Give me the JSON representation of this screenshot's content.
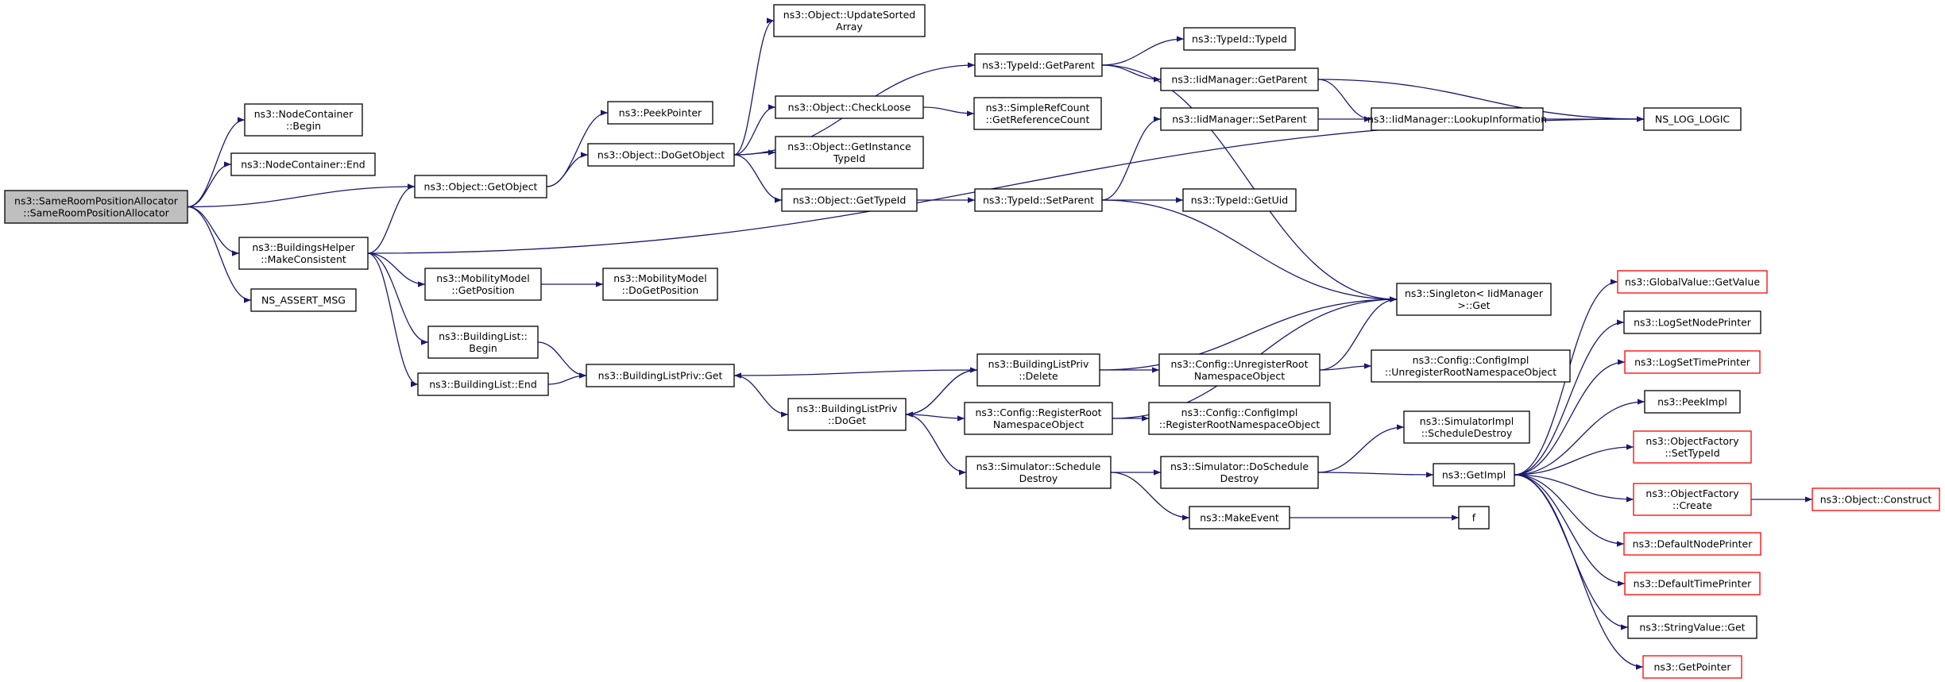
{
  "graph": {
    "colors": {
      "edge": "#191970",
      "root_fill": "#bfbfbf",
      "node_fill": "#ffffff",
      "normal_border": "#000000",
      "truncated_border": "#ff0000",
      "text": "#000000"
    },
    "nodes": [
      {
        "id": "root",
        "lines": [
          "ns3::SameRoomPositionAllocator",
          "::SameRoomPositionAllocator"
        ],
        "root": true
      },
      {
        "id": "nc_begin",
        "lines": [
          "ns3::NodeContainer",
          "::Begin"
        ]
      },
      {
        "id": "nc_end",
        "lines": [
          "ns3::NodeContainer::End"
        ]
      },
      {
        "id": "bh_mc",
        "lines": [
          "ns3::BuildingsHelper",
          "::MakeConsistent"
        ]
      },
      {
        "id": "ns_assert",
        "lines": [
          "NS_ASSERT_MSG"
        ]
      },
      {
        "id": "obj_getobject",
        "lines": [
          "ns3::Object::GetObject"
        ]
      },
      {
        "id": "mm_getpos",
        "lines": [
          "ns3::MobilityModel",
          "::GetPosition"
        ]
      },
      {
        "id": "bl_begin",
        "lines": [
          "ns3::BuildingList::",
          "Begin"
        ]
      },
      {
        "id": "bl_end",
        "lines": [
          "ns3::BuildingList::End"
        ]
      },
      {
        "id": "peekpointer",
        "lines": [
          "ns3::PeekPointer"
        ]
      },
      {
        "id": "obj_dogetobject",
        "lines": [
          "ns3::Object::DoGetObject"
        ]
      },
      {
        "id": "mm_dogetpos",
        "lines": [
          "ns3::MobilityModel",
          "::DoGetPosition"
        ]
      },
      {
        "id": "blp_get",
        "lines": [
          "ns3::BuildingListPriv::Get"
        ]
      },
      {
        "id": "obj_updatesorted",
        "lines": [
          "ns3::Object::UpdateSorted",
          "Array"
        ]
      },
      {
        "id": "obj_checkloose",
        "lines": [
          "ns3::Object::CheckLoose"
        ]
      },
      {
        "id": "obj_getinstancetypeid",
        "lines": [
          "ns3::Object::GetInstance",
          "TypeId"
        ]
      },
      {
        "id": "obj_gettypeid",
        "lines": [
          "ns3::Object::GetTypeId"
        ]
      },
      {
        "id": "blp_doget",
        "lines": [
          "ns3::BuildingListPriv",
          "::DoGet"
        ]
      },
      {
        "id": "tid_getparent",
        "lines": [
          "ns3::TypeId::GetParent"
        ]
      },
      {
        "id": "src_getrefcount",
        "lines": [
          "ns3::SimpleRefCount",
          "::GetReferenceCount"
        ]
      },
      {
        "id": "tid_setparent",
        "lines": [
          "ns3::TypeId::SetParent"
        ]
      },
      {
        "id": "blp_delete",
        "lines": [
          "ns3::BuildingListPriv",
          "::Delete"
        ]
      },
      {
        "id": "cfg_regroot",
        "lines": [
          "ns3::Config::RegisterRoot",
          "NamespaceObject"
        ]
      },
      {
        "id": "sim_schedestroy",
        "lines": [
          "ns3::Simulator::Schedule",
          "Destroy"
        ]
      },
      {
        "id": "tid_typeid",
        "lines": [
          "ns3::TypeId::TypeId"
        ]
      },
      {
        "id": "iid_getparent",
        "lines": [
          "ns3::IidManager::GetParent"
        ]
      },
      {
        "id": "iid_setparent",
        "lines": [
          "ns3::IidManager::SetParent"
        ]
      },
      {
        "id": "tid_getuid",
        "lines": [
          "ns3::TypeId::GetUid"
        ]
      },
      {
        "id": "cfg_unregroot",
        "lines": [
          "ns3::Config::UnregisterRoot",
          "NamespaceObject"
        ]
      },
      {
        "id": "cfgimpl_regroot",
        "lines": [
          "ns3::Config::ConfigImpl",
          "::RegisterRootNamespaceObject"
        ]
      },
      {
        "id": "sim_doschedestroy",
        "lines": [
          "ns3::Simulator::DoSchedule",
          "Destroy"
        ]
      },
      {
        "id": "makeevent",
        "lines": [
          "ns3::MakeEvent"
        ]
      },
      {
        "id": "iid_lookup",
        "lines": [
          "ns3::IidManager::LookupInformation"
        ]
      },
      {
        "id": "singleton_get",
        "lines": [
          "ns3::Singleton< IidManager",
          " >::Get"
        ]
      },
      {
        "id": "cfgimpl_unregroot",
        "lines": [
          "ns3::Config::ConfigImpl",
          "::UnregisterRootNamespaceObject"
        ]
      },
      {
        "id": "simimpl_schedestroy",
        "lines": [
          "ns3::SimulatorImpl",
          "::ScheduleDestroy"
        ]
      },
      {
        "id": "getimpl",
        "lines": [
          "ns3::GetImpl"
        ]
      },
      {
        "id": "f",
        "lines": [
          "f"
        ]
      },
      {
        "id": "ns_log_logic",
        "lines": [
          "NS_LOG_LOGIC"
        ]
      },
      {
        "id": "gv_getvalue",
        "lines": [
          "ns3::GlobalValue::GetValue"
        ],
        "truncated": true
      },
      {
        "id": "logsetnodeprinter",
        "lines": [
          "ns3::LogSetNodePrinter"
        ]
      },
      {
        "id": "logsettimeprinter",
        "lines": [
          "ns3::LogSetTimePrinter"
        ],
        "truncated": true
      },
      {
        "id": "peekimpl",
        "lines": [
          "ns3::PeekImpl"
        ]
      },
      {
        "id": "of_settypeid",
        "lines": [
          "ns3::ObjectFactory",
          "::SetTypeId"
        ],
        "truncated": true
      },
      {
        "id": "of_create",
        "lines": [
          "ns3::ObjectFactory",
          "::Create"
        ],
        "truncated": true
      },
      {
        "id": "defaultnodeprinter",
        "lines": [
          "ns3::DefaultNodePrinter"
        ],
        "truncated": true
      },
      {
        "id": "defaulttimeprinter",
        "lines": [
          "ns3::DefaultTimePrinter"
        ],
        "truncated": true
      },
      {
        "id": "stringvalue_get",
        "lines": [
          "ns3::StringValue::Get"
        ]
      },
      {
        "id": "getpointer",
        "lines": [
          "ns3::GetPointer"
        ],
        "truncated": true
      },
      {
        "id": "obj_construct",
        "lines": [
          "ns3::Object::Construct"
        ],
        "truncated": true
      }
    ],
    "edges": [
      [
        "root",
        "nc_begin"
      ],
      [
        "root",
        "nc_end"
      ],
      [
        "root",
        "obj_getobject"
      ],
      [
        "root",
        "bh_mc"
      ],
      [
        "root",
        "ns_assert"
      ],
      [
        "obj_getobject",
        "peekpointer"
      ],
      [
        "obj_getobject",
        "obj_dogetobject"
      ],
      [
        "obj_dogetobject",
        "obj_updatesorted"
      ],
      [
        "obj_dogetobject",
        "tid_getparent"
      ],
      [
        "obj_dogetobject",
        "obj_checkloose"
      ],
      [
        "obj_dogetobject",
        "obj_getinstancetypeid"
      ],
      [
        "obj_dogetobject",
        "obj_gettypeid"
      ],
      [
        "bh_mc",
        "obj_getobject"
      ],
      [
        "bh_mc",
        "ns_log_logic"
      ],
      [
        "bh_mc",
        "mm_getpos"
      ],
      [
        "bh_mc",
        "bl_begin"
      ],
      [
        "bh_mc",
        "bl_end"
      ],
      [
        "mm_getpos",
        "mm_dogetpos"
      ],
      [
        "bl_begin",
        "blp_get"
      ],
      [
        "bl_end",
        "blp_get"
      ],
      [
        "blp_get",
        "blp_doget"
      ],
      [
        "blp_doget",
        "blp_delete"
      ],
      [
        "blp_doget",
        "cfg_regroot"
      ],
      [
        "blp_doget",
        "sim_schedestroy"
      ],
      [
        "blp_delete",
        "blp_get"
      ],
      [
        "blp_delete",
        "blp_doget"
      ],
      [
        "blp_delete",
        "singleton_get"
      ],
      [
        "blp_delete",
        "cfg_unregroot"
      ],
      [
        "obj_checkloose",
        "src_getrefcount"
      ],
      [
        "obj_gettypeid",
        "tid_setparent"
      ],
      [
        "tid_getparent",
        "tid_typeid"
      ],
      [
        "tid_getparent",
        "iid_getparent"
      ],
      [
        "tid_getparent",
        "singleton_get"
      ],
      [
        "iid_getparent",
        "iid_lookup"
      ],
      [
        "iid_getparent",
        "ns_log_logic"
      ],
      [
        "tid_setparent",
        "iid_setparent"
      ],
      [
        "tid_setparent",
        "tid_getuid"
      ],
      [
        "tid_setparent",
        "singleton_get"
      ],
      [
        "iid_setparent",
        "iid_lookup"
      ],
      [
        "iid_lookup",
        "ns_log_logic"
      ],
      [
        "cfg_unregroot",
        "singleton_get"
      ],
      [
        "cfg_unregroot",
        "cfgimpl_unregroot"
      ],
      [
        "cfg_regroot",
        "singleton_get"
      ],
      [
        "cfg_regroot",
        "cfgimpl_regroot"
      ],
      [
        "sim_schedestroy",
        "sim_doschedestroy"
      ],
      [
        "sim_schedestroy",
        "makeevent"
      ],
      [
        "sim_doschedestroy",
        "simimpl_schedestroy"
      ],
      [
        "sim_doschedestroy",
        "getimpl"
      ],
      [
        "makeevent",
        "f"
      ],
      [
        "getimpl",
        "gv_getvalue"
      ],
      [
        "getimpl",
        "logsetnodeprinter"
      ],
      [
        "getimpl",
        "logsettimeprinter"
      ],
      [
        "getimpl",
        "peekimpl"
      ],
      [
        "getimpl",
        "of_settypeid"
      ],
      [
        "getimpl",
        "of_create"
      ],
      [
        "getimpl",
        "defaultnodeprinter"
      ],
      [
        "getimpl",
        "defaulttimeprinter"
      ],
      [
        "getimpl",
        "stringvalue_get"
      ],
      [
        "getimpl",
        "getpointer"
      ],
      [
        "of_create",
        "obj_construct"
      ]
    ]
  }
}
